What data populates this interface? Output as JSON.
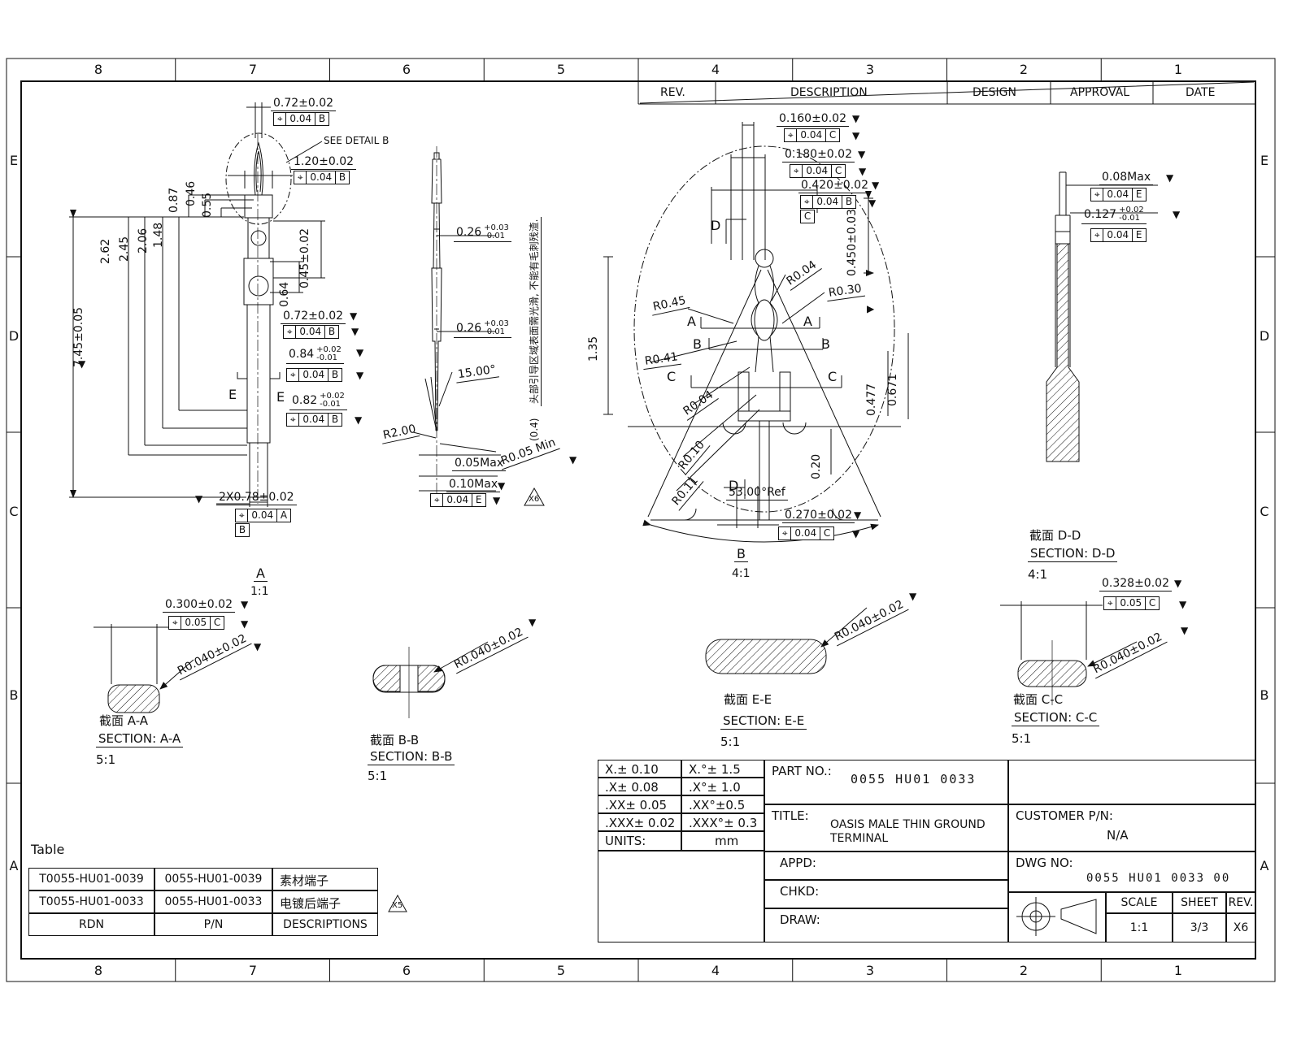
{
  "sheet": {
    "zone_cols": [
      "8",
      "7",
      "6",
      "5",
      "4",
      "3",
      "2",
      "1"
    ],
    "zone_rows": [
      "E",
      "D",
      "C",
      "B",
      "A"
    ],
    "marker": "▼",
    "marker_right": "▶",
    "fcf_sym": "⌖"
  },
  "rev_table": {
    "rev": "REV.",
    "description": "DESCRIPTION",
    "design": "DESIGN",
    "approval": "APPROVAL",
    "date": "DATE"
  },
  "fcf": {
    "t004": "0.04",
    "t005": "0.05",
    "dA": "A",
    "dB": "B",
    "dC": "C",
    "dE": "E"
  },
  "left_view": {
    "dim_tip_w": "0.72±0.02",
    "see_detail": "SEE DETAIL B",
    "dim_head_w": "1.20±0.02",
    "h_087": "0.87",
    "h_046": "0.46",
    "h_055": "0.55",
    "h_148": "1.48",
    "h_206": "2.06",
    "h_245": "2.45",
    "h_262": "2.62",
    "h_045": "0.45±0.02",
    "h_064": "0.64",
    "h_total": "7.45±0.05",
    "dim_mid_w": "0.72±0.02",
    "dim_084": {
      "base": "0.84",
      "plus": "+0.02",
      "minus": "-0.01"
    },
    "dim_082": {
      "base": "0.82",
      "plus": "+0.02",
      "minus": "-0.01"
    },
    "cut_e": "E",
    "dim_tail": "2X0.78±0.02"
  },
  "mid_view": {
    "dim_026": {
      "base": "0.26",
      "plus": "+0.03",
      "minus": "-0.01"
    },
    "angle": "15.00°",
    "r2": "R2.00",
    "r005_min": "R0.05 Min",
    "max_005": "0.05Max",
    "max_010": "0.10Max",
    "flag": "X6",
    "note_paren": "(0.4)",
    "note_cn": "头部引导区域表面需光滑, 不能有毛刺残渣."
  },
  "detail_b": {
    "dim_0160": "0.160±0.02",
    "dim_0180": "0.180±0.02",
    "dim_0420": "0.420±0.02",
    "r004": "R0.04",
    "r030": "R0.30",
    "r045": "R0.45",
    "r041": "R0.41",
    "r010": "R0.10",
    "r011": "R0.11",
    "cut_a": "A",
    "cut_b": "B",
    "cut_c": "C",
    "cut_d": "D",
    "v_135": "1.35",
    "v_0450": "0.450±0.03",
    "v_0477": "0.477",
    "v_0671": "0.671",
    "v_020": "0.20",
    "angle_ref": "53.00°Ref",
    "dim_0270": "0.270±0.02",
    "label": "B",
    "scale": "4:1"
  },
  "right_view": {
    "dim_008": "0.08Max",
    "dim_0127": {
      "base": "0.127",
      "plus": "+0.02",
      "minus": "-0.01"
    }
  },
  "sections": {
    "a": {
      "cn": "截面 A-A",
      "en": "SECTION: A-A",
      "scale": "5:1",
      "dim": "0.300±0.02",
      "r": "R0.040±0.02"
    },
    "b": {
      "cn": "截面 B-B",
      "en": "SECTION: B-B",
      "scale": "5:1",
      "r": "R0.040±0.02"
    },
    "e": {
      "cn": "截面 E-E",
      "en": "SECTION: E-E",
      "scale": "5:1",
      "r": "R0.040±0.02"
    },
    "c": {
      "cn": "截面 C-C",
      "en": "SECTION: C-C",
      "scale": "5:1",
      "dim": "0.328±0.02",
      "r": "R0.040±0.02"
    },
    "d": {
      "cn": "截面 D-D",
      "en": "SECTION: D-D",
      "scale": "4:1"
    },
    "view_a": {
      "label": "A",
      "scale": "1:1"
    }
  },
  "title_block": {
    "tol_rows": [
      {
        "l": "X.± 0.10",
        "r": "X.°± 1.5"
      },
      {
        "l": ".X± 0.08",
        "r": ".X°± 1.0"
      },
      {
        "l": ".XX± 0.05",
        "r": ".XX°±0.5"
      },
      {
        "l": ".XXX± 0.02",
        "r": ".XXX°± 0.3"
      },
      {
        "l": "UNITS:",
        "r": "mm"
      }
    ],
    "part_no_label": "PART NO.:",
    "part_no": "0055 HU01 0033",
    "title_label": "TITLE:",
    "title": "OASIS MALE THIN GROUND TERMINAL",
    "appd": "APPD:",
    "chkd": "CHKD:",
    "draw": "DRAW:",
    "customer_label": "CUSTOMER P/N:",
    "customer": "N/A",
    "dwg_label": "DWG NO:",
    "dwg_no": "0055 HU01 0033 00",
    "scale_label": "SCALE",
    "sheet_label": "SHEET",
    "rev_label": "REV.",
    "scale": "1:1",
    "sheet": "3/3",
    "rev": "X6"
  },
  "parts_table": {
    "caption": "Table",
    "rows": [
      {
        "rdn": "T0055-HU01-0039",
        "pn": "0055-HU01-0039",
        "desc": "素材端子"
      },
      {
        "rdn": "T0055-HU01-0033",
        "pn": "0055-HU01-0033",
        "desc": "电镀后端子"
      }
    ],
    "footer": {
      "rdn": "RDN",
      "pn": "P/N",
      "desc": "DESCRIPTIONS"
    },
    "flag": "X5"
  }
}
